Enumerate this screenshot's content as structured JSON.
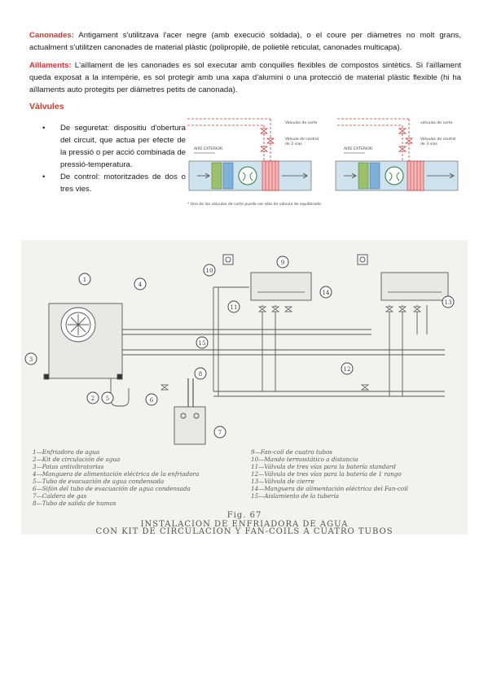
{
  "canonades": {
    "term": "Canonades:",
    "text": " Antigament s'utilitzava l'acer negre (amb execució soldada), o el coure per diàmetres no molt grans, actualment s'utilitzen canonades de material plàstic (polipropilè, de polietilè reticulat, canonades multicapa)."
  },
  "aillaments": {
    "term": "Aïllaments:",
    "text": " L'aïllament de les canonades es sol executar amb conquilles flexibles de compostos sintètics. Si l'aïllament queda exposat a la intempèrie, es sol protegir amb una xapa d'alumini o una protecció de material plàstic flexible (hi ha aïllaments auto protegits per diàmetres petits de canonada)."
  },
  "valvules_heading": "Vàlvules",
  "bullet_symbol": "•",
  "bullets": [
    "De seguretat: dispositiu d'obertura del circuit, que actua per efecte de la pressió o per acció combinada de pressió-temperatura.",
    "De control: motoritzades de dos o tres vies."
  ],
  "small_figure": {
    "left_labels": {
      "valves_cut": "Válvulas de corte",
      "control_valve": "Válvula de control\nde 2 vías",
      "outside_air": "AIRE EXTERIOR"
    },
    "right_labels": {
      "valves_cut": "válvulas de corte",
      "control_valve": "Válvulas de control\nde 3 vías",
      "outside_air": "AIRE EXTERIOR"
    },
    "footnote": "* Una de las válvulas de corte puede ser sólo de válvula de equilibrado"
  },
  "big_figure": {
    "legend_left": [
      "1—Enfriadora de agua",
      "2—Kit de circulación de agua",
      "3—Patas antivibratorias",
      "4—Manguera de alimentación eléctrica de la enfriadora",
      "5—Tubo de evacuación de agua condensada",
      "6—Sifón del tubo de evacuación de agua condensada",
      "7—Caldera de gas",
      "8—Tubo de salida de humos"
    ],
    "legend_right": [
      "9—Fan-coil de cuatro tubos",
      "10—Mando termostático a distancia",
      "11—Válvula de tres vías para la batería standard",
      "12—Válvula de tres vías para la batería de 1 rango",
      "13—Válvula de cierre",
      "14—Manguera de alimentación eléctrica del Fan-coil",
      "15—Aislamiento de la tubería"
    ],
    "caption_fig": "Fig. 67",
    "caption_line1": "INSTALACION DE ENFRIADORA DE AGUA",
    "caption_line2": "CON KIT DE CIRCULACION Y FAN-COILS A CUATRO TUBOS",
    "callouts": [
      "1",
      "2",
      "3",
      "4",
      "5",
      "6",
      "7",
      "8",
      "9",
      "10",
      "11",
      "12",
      "13",
      "14",
      "15"
    ]
  }
}
